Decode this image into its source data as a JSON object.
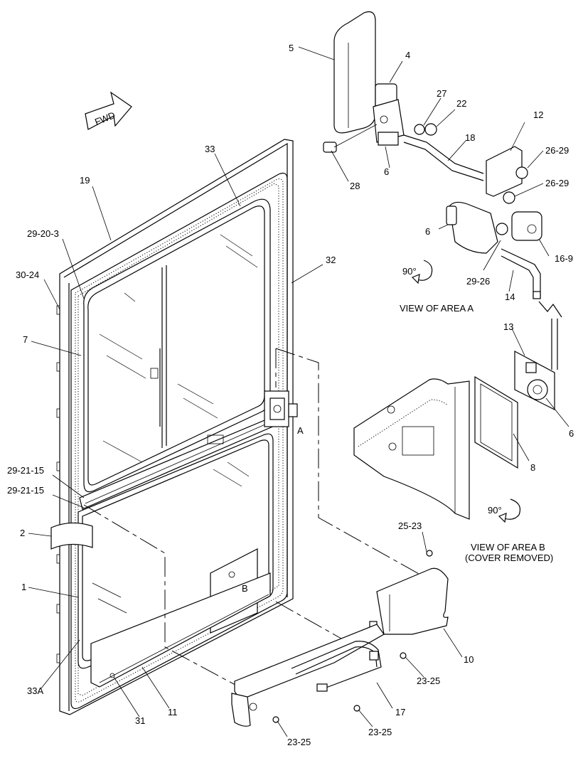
{
  "labels": {
    "p5": "5",
    "p4": "4",
    "p27": "27",
    "p22": "22",
    "p12": "12",
    "p26_29a": "26-29",
    "p26_29b": "26-29",
    "p18": "18",
    "p28": "28",
    "p6a": "6",
    "p6b": "6",
    "p6c": "6",
    "p16_9": "16-9",
    "p29_26": "29-26",
    "p14": "14",
    "p13": "13",
    "p8": "8",
    "p33": "33",
    "p19": "19",
    "p29_20_3": "29-20-3",
    "p30_24": "30-24",
    "p32": "32",
    "p7": "7",
    "p29_21_15a": "29-21-15",
    "p29_21_15b": "29-21-15",
    "p2": "2",
    "p1": "1",
    "p33a": "33A",
    "p31": "31",
    "p11": "11",
    "p25_23": "25-23",
    "p10": "10",
    "p23_25a": "23-25",
    "p23_25b": "23-25",
    "p23_25c": "23-25",
    "p17": "17"
  },
  "callouts": {
    "fwd": "FWD",
    "area_a_letter": "A",
    "area_b_letter": "B",
    "rot_a": "90°",
    "rot_b": "90°",
    "view_a": "VIEW OF AREA A",
    "view_b_line1": "VIEW OF AREA B",
    "view_b_line2": "(COVER REMOVED)"
  }
}
